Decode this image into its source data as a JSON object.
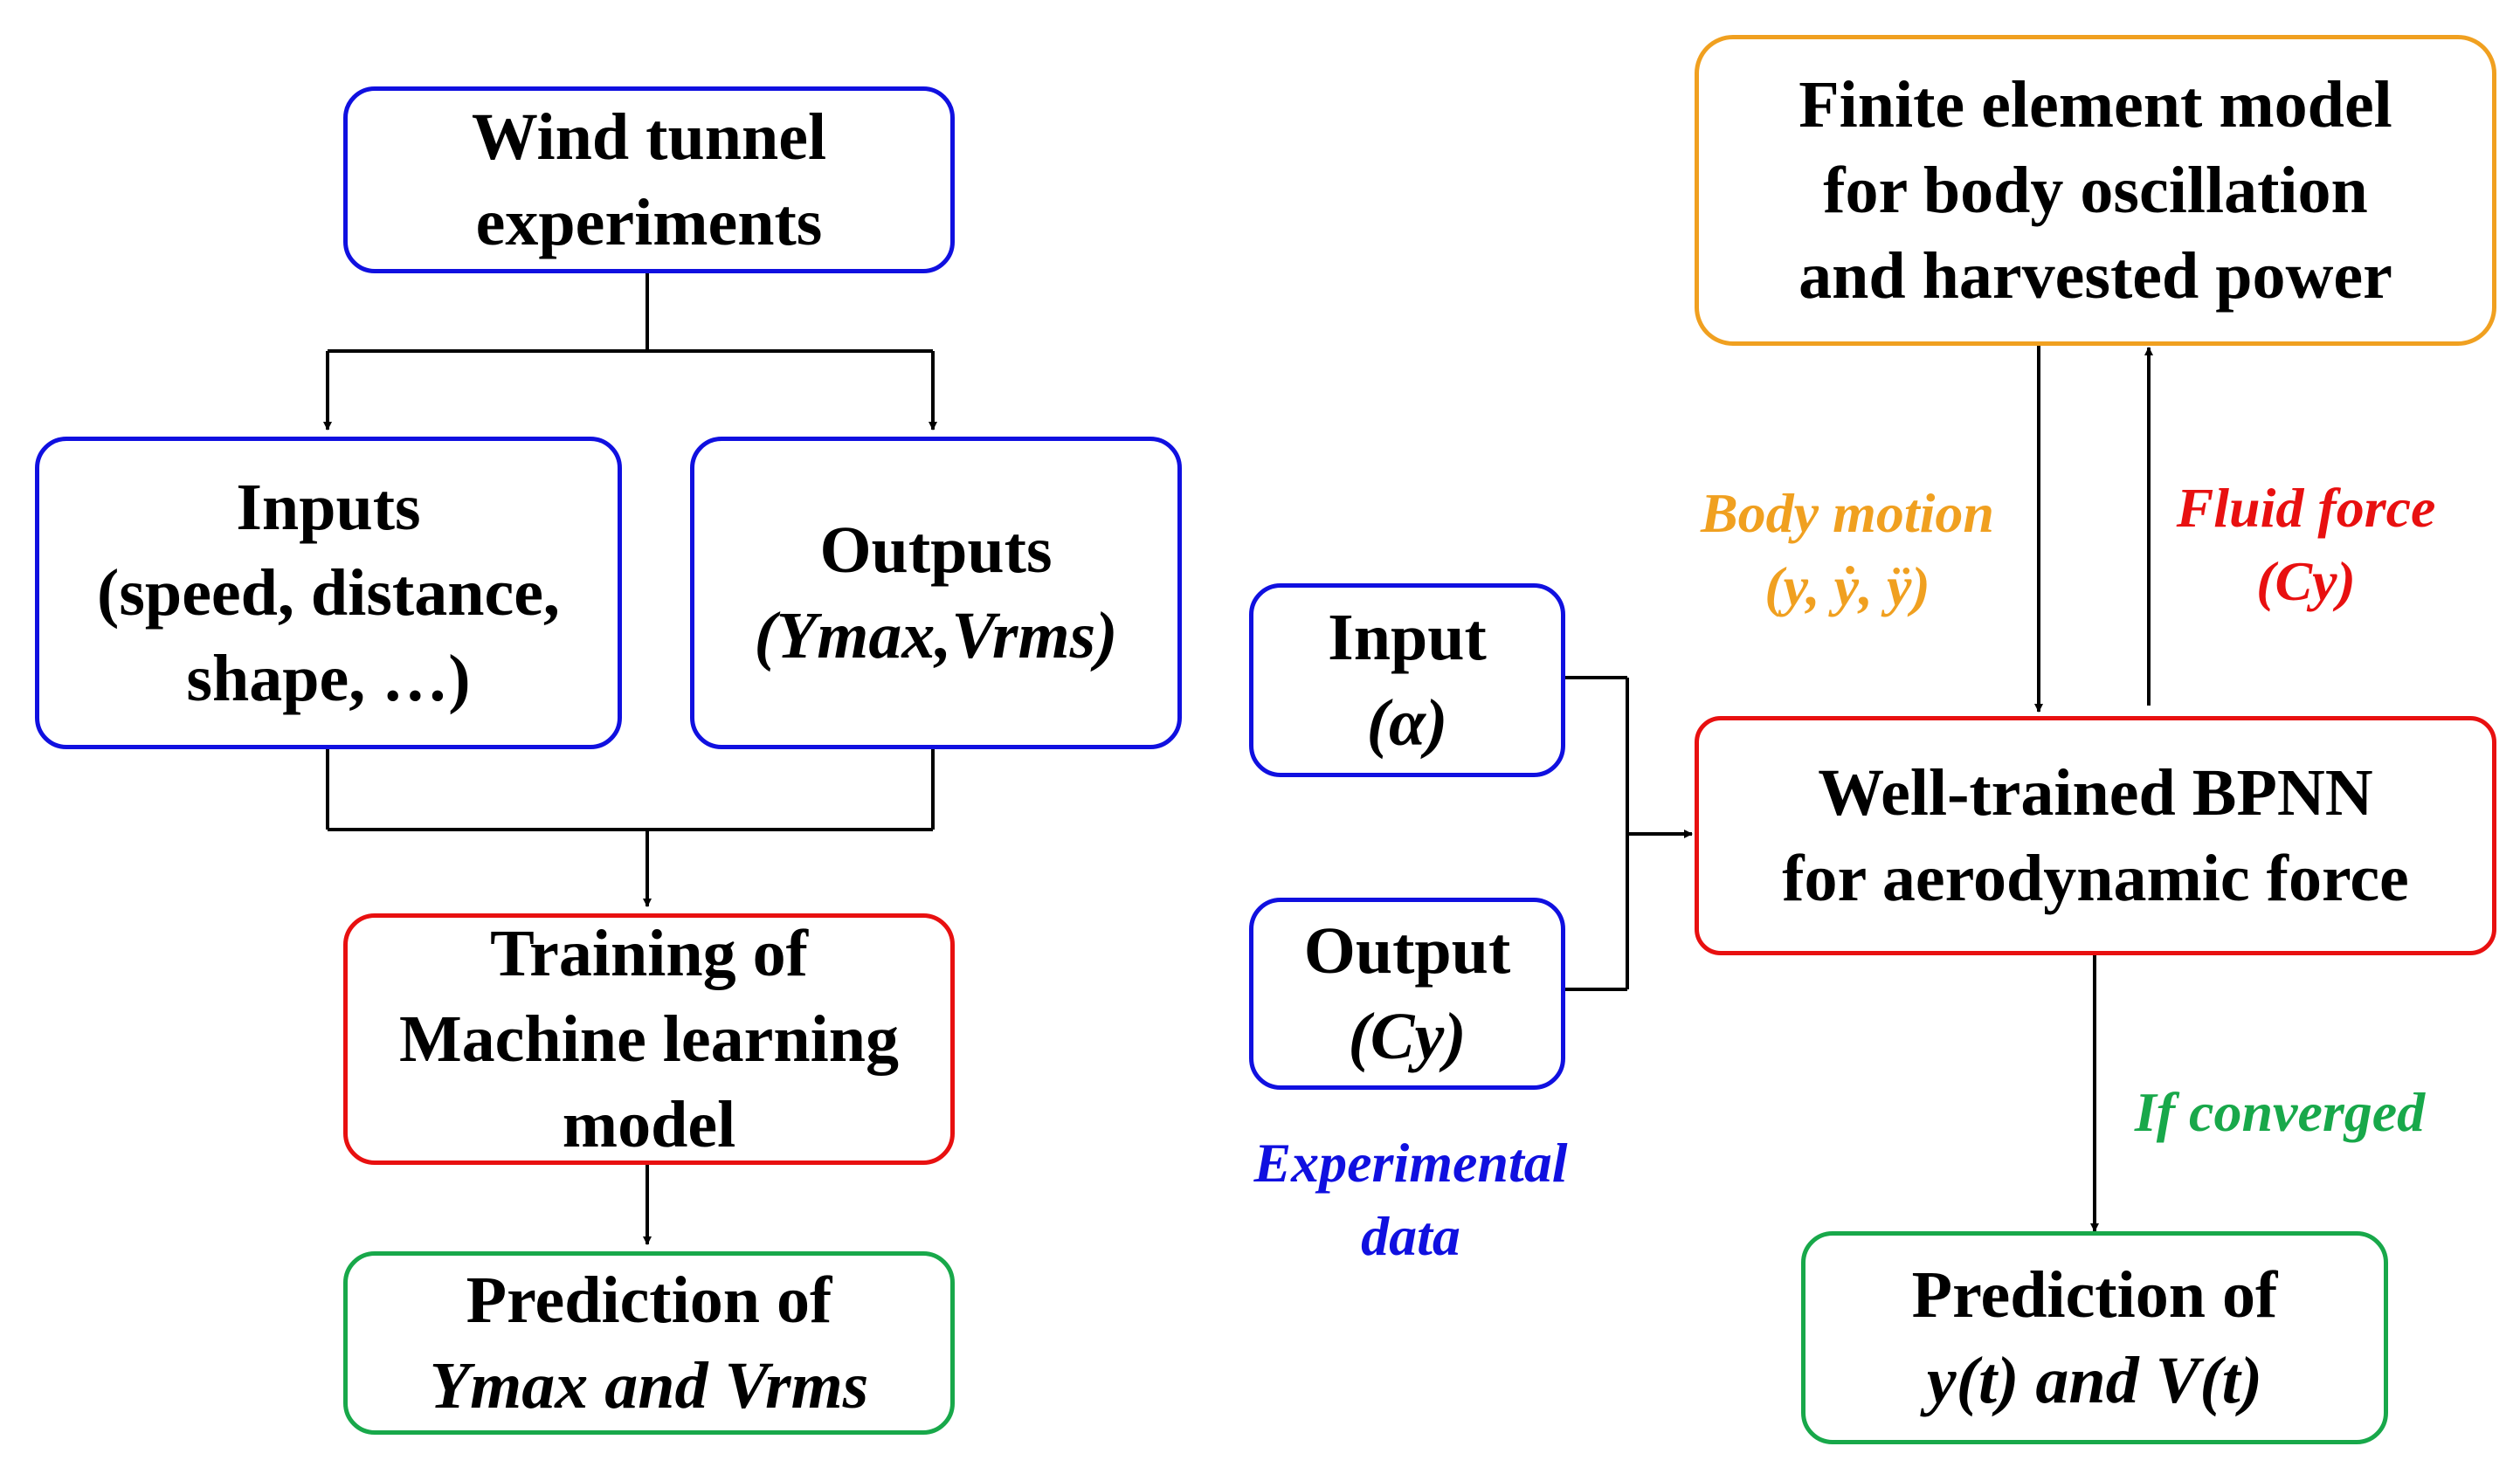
{
  "colors": {
    "blue": "#1010e0",
    "red": "#e81010",
    "green": "#18a84a",
    "orange": "#f0a020",
    "line": "#000000"
  },
  "left_flow": {
    "wind_tunnel": [
      "Wind tunnel",
      "experiments"
    ],
    "inputs": [
      "Inputs",
      "(speed, distance,",
      "shape, …)"
    ],
    "outputs_title": "Outputs",
    "outputs_math": "(Ymax,Vrms)",
    "training": [
      "Training of",
      "Machine learning",
      "model"
    ],
    "prediction_title": "Prediction of",
    "prediction_math": "Ymax and Vrms"
  },
  "right_flow": {
    "fem": [
      "Finite element model",
      "for body oscillation",
      "and harvested power"
    ],
    "input_title": "Input",
    "input_math": "(α)",
    "output_title": "Output",
    "output_math": "(Cy)",
    "bpnn": [
      "Well-trained BPNN",
      "for aerodynamic force"
    ],
    "prediction_title": "Prediction of",
    "prediction_math": "y(t) and V(t)"
  },
  "labels": {
    "experimental_data": [
      "Experimental",
      "data"
    ],
    "body_motion": [
      "Body motion",
      "(y, ẏ, ÿ)"
    ],
    "fluid_force": [
      "Fluid force",
      "(Cy)"
    ],
    "if_converged": "If converged"
  }
}
